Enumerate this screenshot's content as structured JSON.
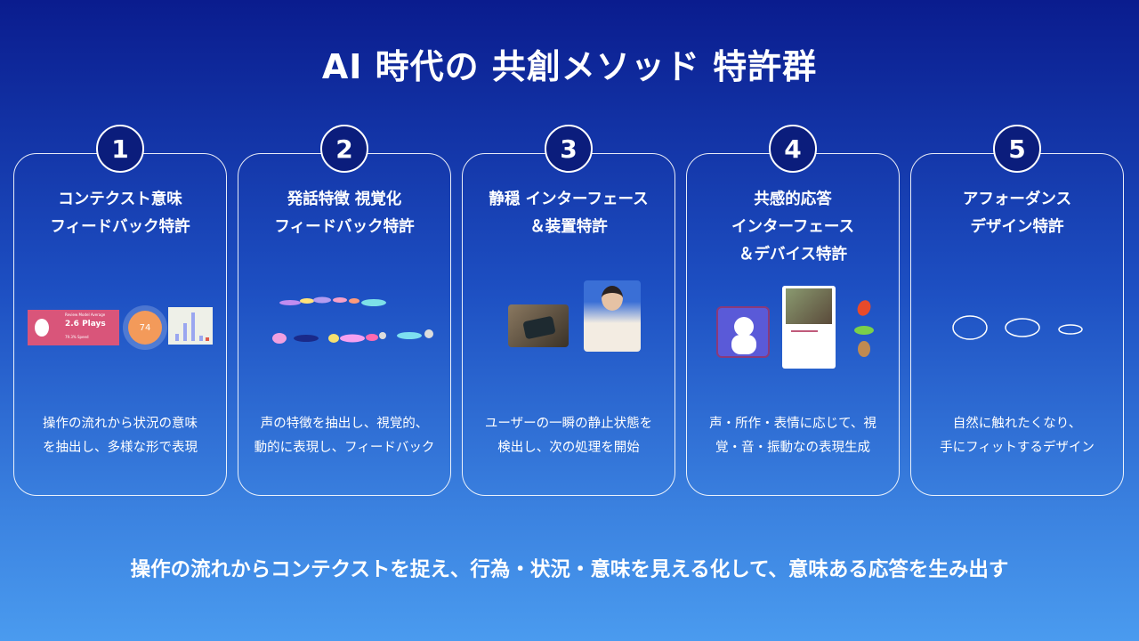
{
  "title": "AI 時代の 共創メソッド 特許群",
  "cards": [
    {
      "num": "1",
      "title1": "コンテクスト意味",
      "title2": "フィードバック特許",
      "desc1": "操作の流れから状況の意味",
      "desc2": "を抽出し、多様な形で表現",
      "widget": {
        "label": "Review Model Average",
        "value": "2.6 Plays",
        "sub": "79.3% Speed",
        "gauge": "74"
      }
    },
    {
      "num": "2",
      "title1": "発話特徴 視覚化",
      "title2": "フィードバック特許",
      "desc1": "声の特徴を抽出し、視覚的、",
      "desc2": "動的に表現し、フィードバック"
    },
    {
      "num": "3",
      "title1": "静穏 インターフェース",
      "title2": "＆装置特許",
      "desc1": "ユーザーの一瞬の静止状態を",
      "desc2": "検出し、次の処理を開始"
    },
    {
      "num": "4",
      "title1": "共感的応答",
      "title2": "インターフェース",
      "title3": "＆デバイス特許",
      "desc1": "声・所作・表情に応じて、視",
      "desc2": "覚・音・振動なの表現生成"
    },
    {
      "num": "5",
      "title1": "アフォーダンス",
      "title2": "デザイン特許",
      "desc1": "自然に触れたくなり、",
      "desc2": "手にフィットするデザイン"
    }
  ],
  "footer": "操作の流れからコンテクストを捉え、行為・状況・意味を見える化して、意味ある応答を生み出す"
}
